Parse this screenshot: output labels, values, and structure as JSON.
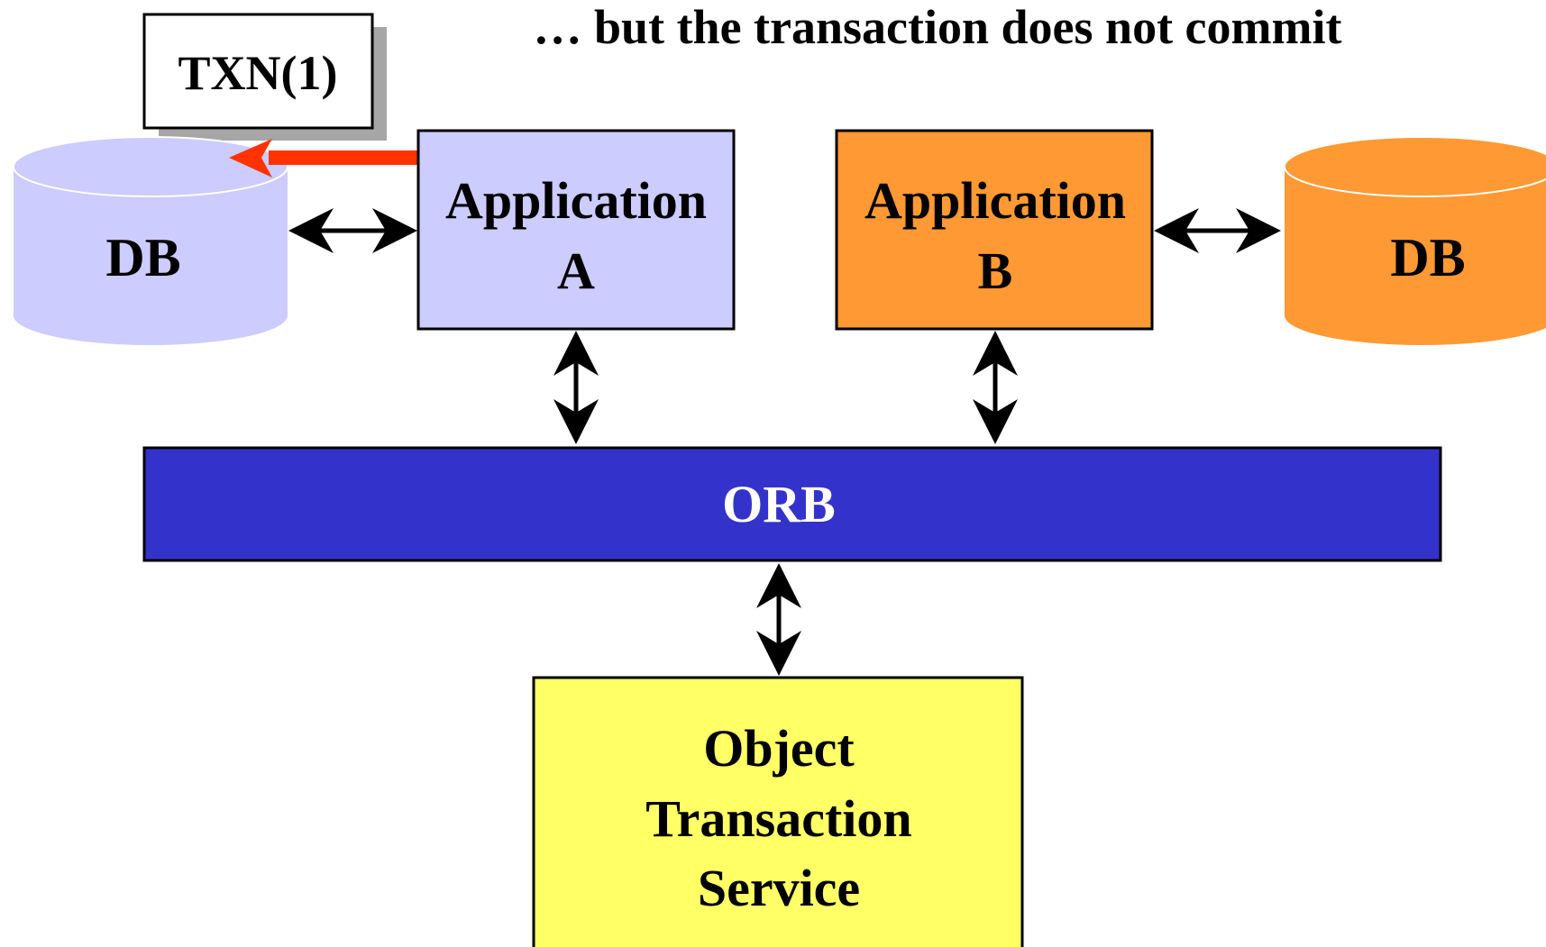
{
  "caption": "… but the transaction does not commit",
  "txn_label": "TXN(1)",
  "db_left_label": "DB",
  "db_right_label": "DB",
  "app_a": {
    "line1": "Application",
    "line2": "A"
  },
  "app_b": {
    "line1": "Application",
    "line2": "B"
  },
  "orb_label": "ORB",
  "ots": {
    "line1": "Object",
    "line2": "Transaction",
    "line3": "Service"
  },
  "colors": {
    "db_left": "#ccccff",
    "app_a": "#ccccff",
    "app_b": "#ff9933",
    "db_right": "#ff9933",
    "orb": "#3333cc",
    "orb_text": "#ffffff",
    "ots": "#ffff66",
    "txn_arrow": "#ff3300",
    "shadow": "#a6a6a6"
  }
}
